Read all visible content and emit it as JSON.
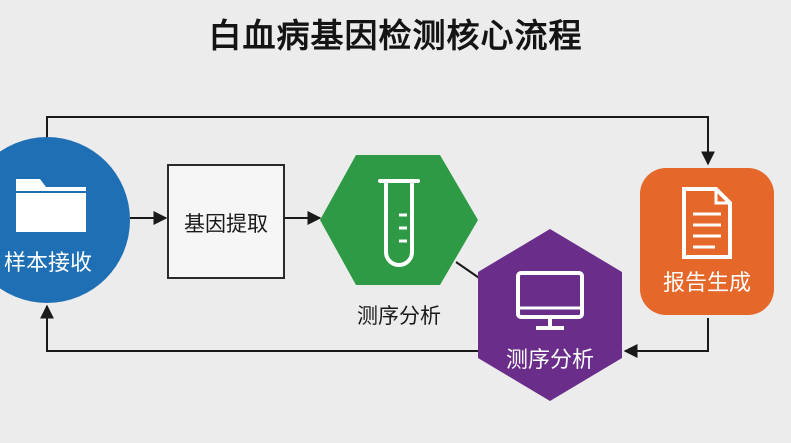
{
  "title": "白血病基因检测核心流程",
  "colors": {
    "receive": "#1f6fb5",
    "extract_fill": "#f6f6f6",
    "seq_green": "#2e9a45",
    "seq_purple": "#6a2e8a",
    "report": "#e5672a",
    "line": "#1a1a1a"
  },
  "nodes": {
    "receive": {
      "label": "样本接收",
      "icon": "folder-icon"
    },
    "extract": {
      "label": "基因提取"
    },
    "seq_green": {
      "label": "测序分析",
      "icon": "test-tube-icon"
    },
    "seq_purple": {
      "label": "测序分析",
      "icon": "monitor-icon"
    },
    "report": {
      "label": "报告生成",
      "icon": "document-icon"
    }
  }
}
